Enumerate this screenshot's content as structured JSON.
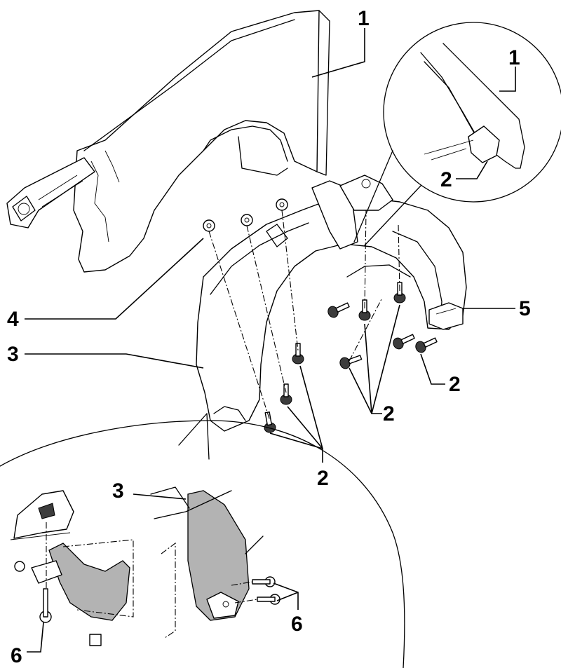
{
  "callouts": [
    {
      "id": "fender",
      "label": "1"
    },
    {
      "id": "detail-top-fender",
      "label": "1"
    },
    {
      "id": "detail-top-clip",
      "label": "2"
    },
    {
      "id": "screws-right",
      "label": "2"
    },
    {
      "id": "screws-center",
      "label": "2"
    },
    {
      "id": "screws-bottom",
      "label": "2"
    },
    {
      "id": "liner-main",
      "label": "3"
    },
    {
      "id": "liner-detail",
      "label": "3"
    },
    {
      "id": "expanding-clip",
      "label": "4"
    },
    {
      "id": "bracket",
      "label": "5"
    },
    {
      "id": "bolt-left",
      "label": "6"
    },
    {
      "id": "bolt-right",
      "label": "6"
    }
  ],
  "colors": {
    "line": "#000000",
    "shade": "#b3b3b3",
    "background": "#ffffff"
  }
}
